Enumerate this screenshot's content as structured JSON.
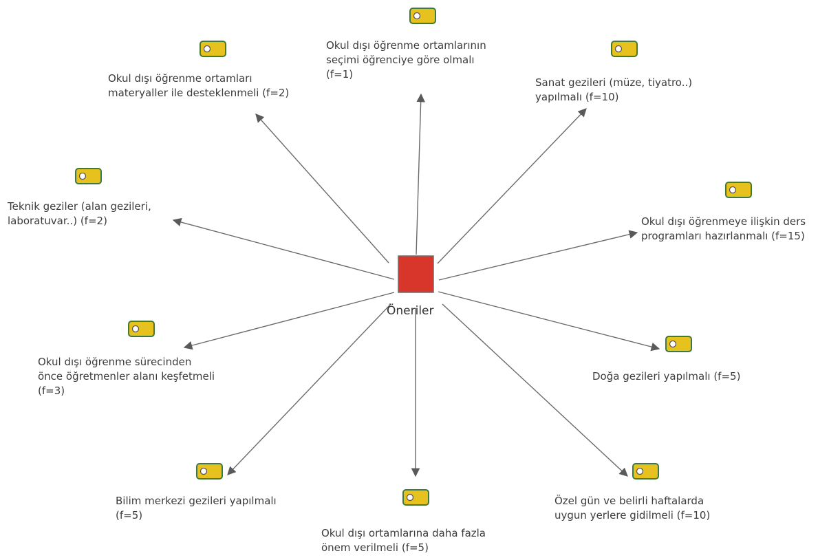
{
  "center": {
    "label": "Öneriler",
    "color": "#d9362b"
  },
  "code_icon": {
    "name": "code-tag-icon",
    "fill": "#e7c21f",
    "stroke": "#3f7a3a"
  },
  "codes": [
    {
      "id": "tools",
      "text": "Okul dışı öğrenme ortamları\nmateryaller ile desteklenmeli (f=2)"
    },
    {
      "id": "selection",
      "text": "Okul dışı öğrenme ortamlarının\nseçimi öğrenciye göre olmalı\n(f=1)"
    },
    {
      "id": "art-trips",
      "text": "Sanat gezileri (müze, tiyatro..)\nyapılmalı (f=10)"
    },
    {
      "id": "technical-trips",
      "text": "Teknik geziler (alan gezileri,\nlaboratuvar..) (f=2)"
    },
    {
      "id": "curriculum",
      "text": "Okul dışı öğrenmeye ilişkin ders\nprogramları hazırlanmalı (f=15)"
    },
    {
      "id": "teacher-explore",
      "text": "Okul dışı öğrenme sürecinden\nönce öğretmenler alanı keşfetmeli\n(f=3)"
    },
    {
      "id": "nature-trips",
      "text": "Doğa gezileri yapılmalı (f=5)"
    },
    {
      "id": "science-center",
      "text": "Bilim merkezi gezileri yapılmalı\n(f=5)"
    },
    {
      "id": "importance",
      "text": "Okul dışı ortamlarına daha fazla\nönem verilmeli (f=5)"
    },
    {
      "id": "special-days",
      "text": "Özel gün ve belirli haftalarda\nuygun yerlere gidilmeli (f=10)"
    }
  ]
}
